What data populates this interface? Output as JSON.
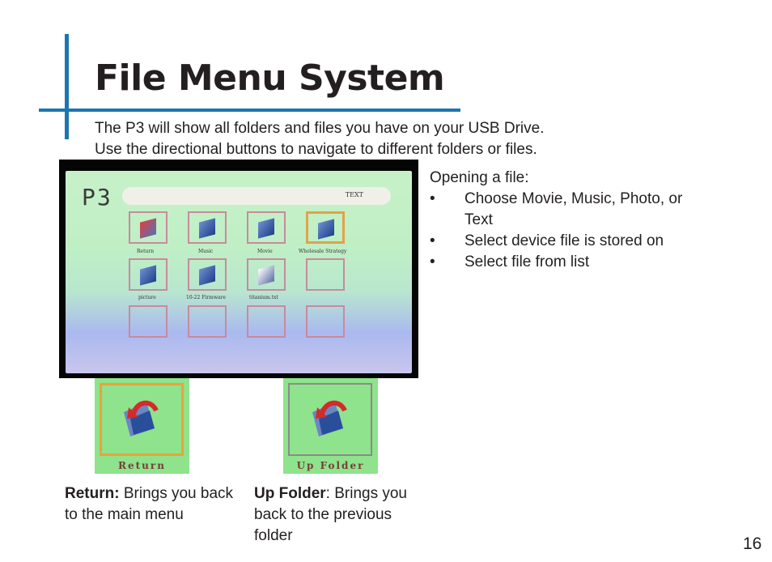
{
  "page": {
    "title": "File Menu System",
    "intro": [
      "The P3 will show all folders and files you have on your USB Drive.",
      "Use the directional buttons to navigate to different folders or files."
    ],
    "page_number": "16",
    "accent_color": "#1b75b0"
  },
  "screen": {
    "logo": "P3",
    "header_text": "TEXT",
    "items": [
      {
        "label": "Return",
        "icon": "return-icon"
      },
      {
        "label": "Music",
        "icon": "folder-icon"
      },
      {
        "label": "Movie",
        "icon": "folder-icon"
      },
      {
        "label": "Wholesale Strategy",
        "icon": "folder-icon",
        "selected": true
      },
      {
        "label": "picture",
        "icon": "folder-icon"
      },
      {
        "label": "10-22 Firmware",
        "icon": "folder-icon"
      },
      {
        "label": "titanium.txt",
        "icon": "document-icon"
      }
    ]
  },
  "opening": {
    "heading": "Opening a file:",
    "bullets": [
      "Choose Movie, Music, Photo, or Text",
      "Select device file is stored on",
      "Select file from list"
    ]
  },
  "thumbs": {
    "return_label": "Return",
    "upfolder_label": "Up Folder"
  },
  "captions": {
    "return": {
      "bold": "Return:",
      "text": " Brings you back to the main menu"
    },
    "upfolder": {
      "bold": "Up Folder",
      "text": ": Brings you back to the previous folder"
    }
  }
}
